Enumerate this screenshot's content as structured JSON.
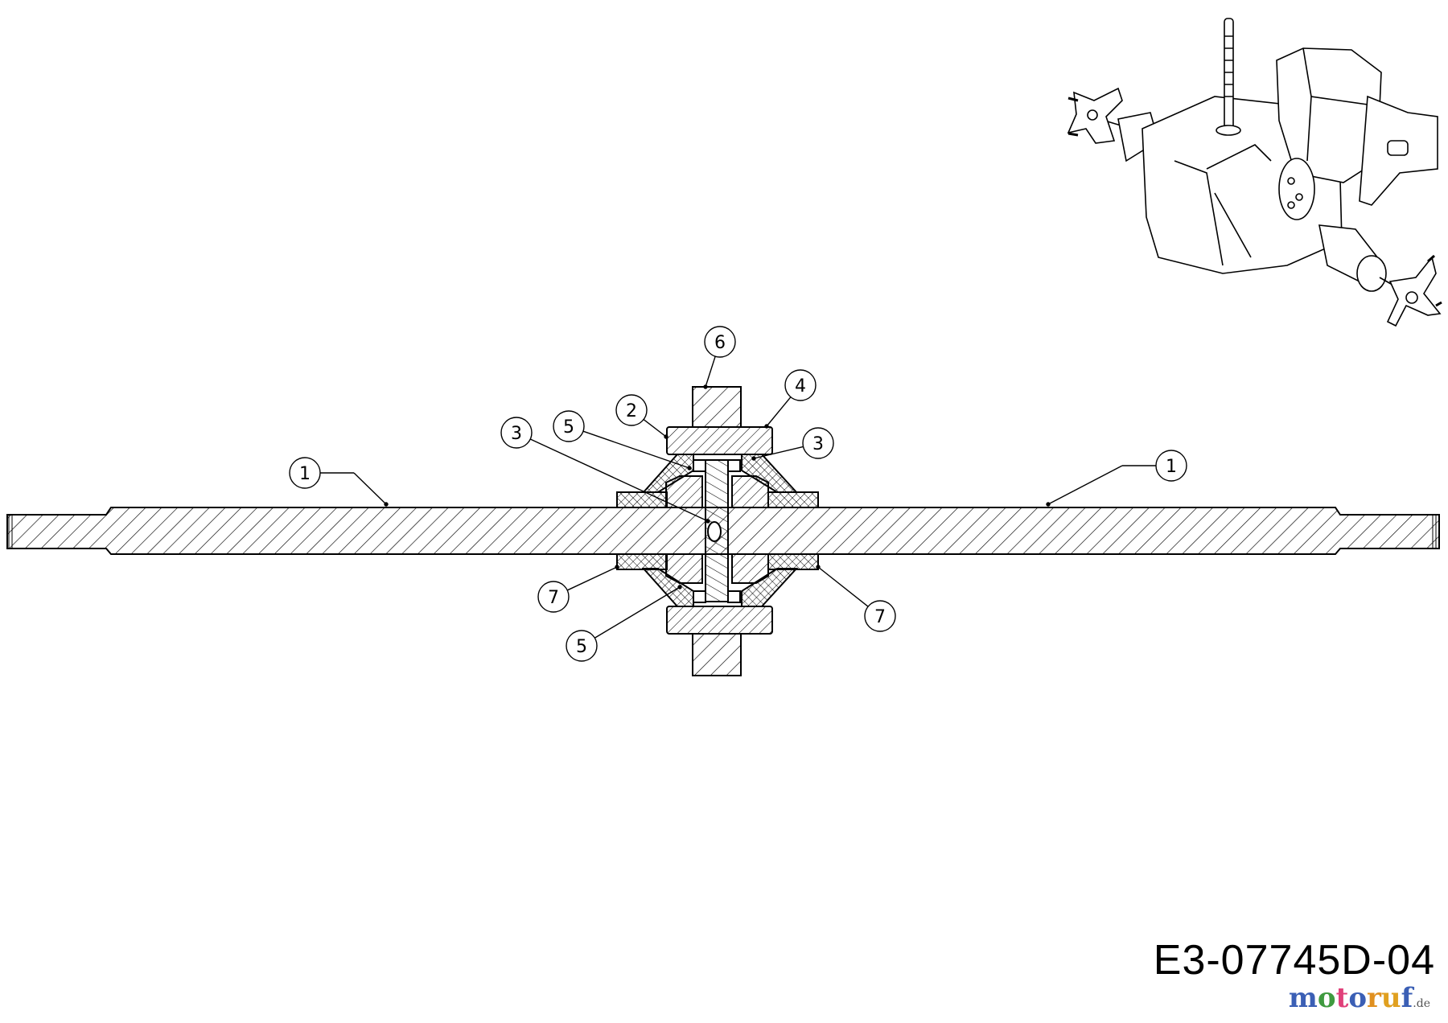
{
  "drawing_code": "E3-07745D-04",
  "watermark": {
    "text": "motoruf",
    "tld": ".de",
    "colors": [
      "#3b5fb5",
      "#3f9a3f",
      "#e0407a",
      "#3b5fb5",
      "#e09020",
      "#e0a020",
      "#3b5fb5"
    ]
  },
  "callouts": [
    {
      "id": "c1l",
      "label": "1"
    },
    {
      "id": "c1r",
      "label": "1"
    },
    {
      "id": "c6",
      "label": "6"
    },
    {
      "id": "c2",
      "label": "2"
    },
    {
      "id": "c4",
      "label": "4"
    },
    {
      "id": "c5u",
      "label": "5"
    },
    {
      "id": "c3l",
      "label": "3"
    },
    {
      "id": "c3r",
      "label": "3"
    },
    {
      "id": "c7l",
      "label": "7"
    },
    {
      "id": "c7r",
      "label": "7"
    },
    {
      "id": "c5l",
      "label": "5"
    }
  ]
}
